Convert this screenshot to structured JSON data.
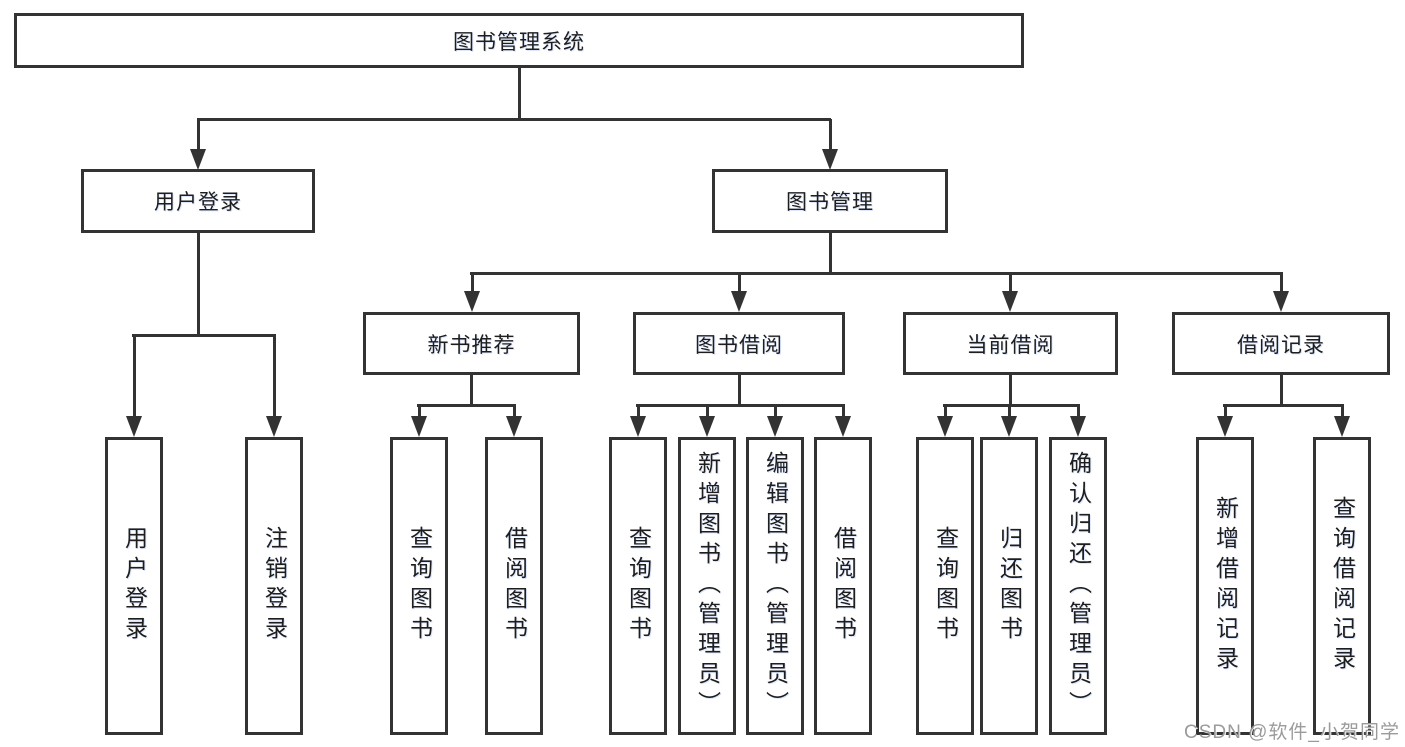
{
  "diagram_title": "图书管理系统",
  "colors": {
    "line": "#333333",
    "text": "#1e1e1e",
    "background": "#ffffff",
    "watermark": "#9b9b9b"
  },
  "tree": {
    "label": "图书管理系统",
    "children": [
      {
        "label": "用户登录",
        "children": [
          {
            "label": "用户登录"
          },
          {
            "label": "注销登录"
          }
        ]
      },
      {
        "label": "图书管理",
        "children": [
          {
            "label": "新书推荐",
            "children": [
              {
                "label": "查询图书"
              },
              {
                "label": "借阅图书"
              }
            ]
          },
          {
            "label": "图书借阅",
            "children": [
              {
                "label": "查询图书"
              },
              {
                "label": "新增图书（管理员）"
              },
              {
                "label": "编辑图书（管理员）"
              },
              {
                "label": "借阅图书"
              }
            ]
          },
          {
            "label": "当前借阅",
            "children": [
              {
                "label": "查询图书"
              },
              {
                "label": "归还图书"
              },
              {
                "label": "确认归还（管理员）"
              }
            ]
          },
          {
            "label": "借阅记录",
            "children": [
              {
                "label": "新增借阅记录"
              },
              {
                "label": "查询借阅记录"
              }
            ]
          }
        ]
      }
    ]
  },
  "watermark": {
    "text": "CSDN @软件_小贺同学"
  }
}
